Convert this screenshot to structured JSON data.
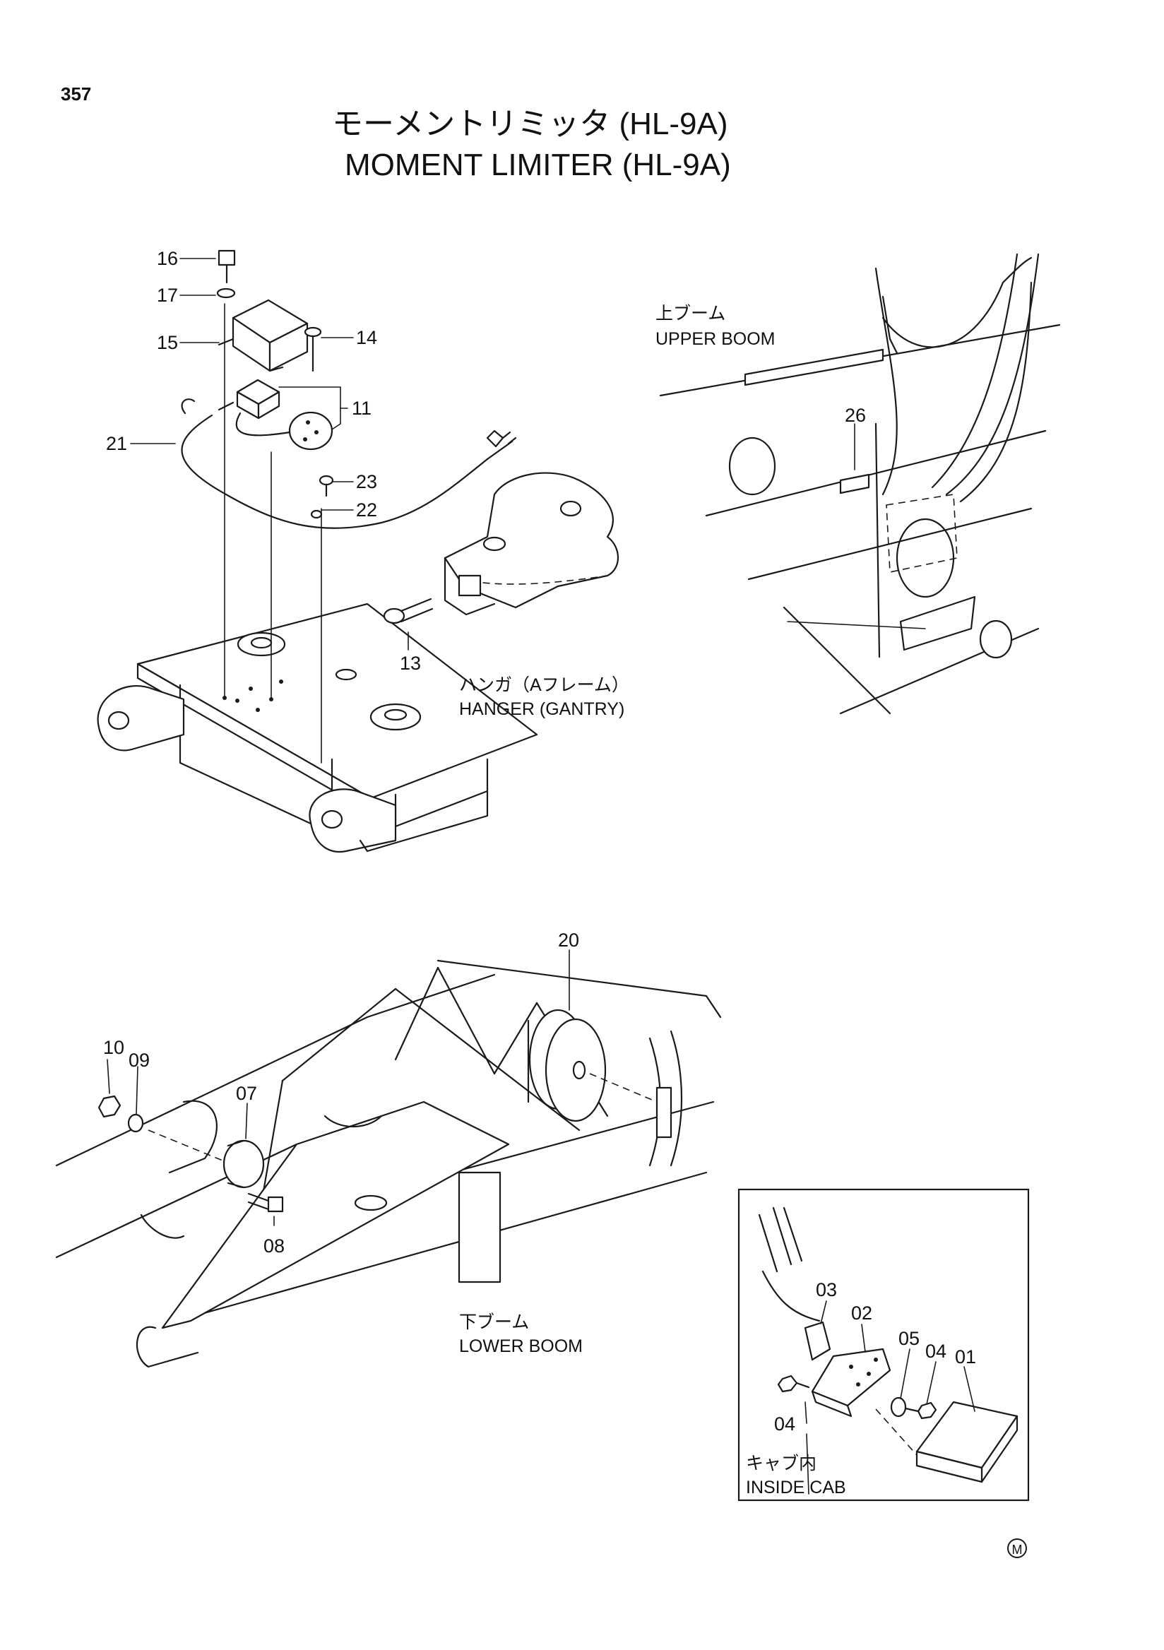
{
  "page_number": "357",
  "title_jp": "モーメントリミッタ (HL-9A)",
  "title_en": "MOMENT LIMITER (HL-9A)",
  "captions": {
    "upper_boom_jp": "上ブーム",
    "upper_boom_en": "UPPER BOOM",
    "hanger_jp": "ハンガ（Aフレーム）",
    "hanger_en": "HANGER (GANTRY)",
    "lower_boom_jp": "下ブーム",
    "lower_boom_en": "LOWER BOOM",
    "inside_cab_jp": "キャブ内",
    "inside_cab_en": "INSIDE CAB"
  },
  "callouts": {
    "p16": "16",
    "p17": "17",
    "p15": "15",
    "p14": "14",
    "p11": "11",
    "p21": "21",
    "p23": "23",
    "p22": "22",
    "p13": "13",
    "p26": "26",
    "p20": "20",
    "p10": "10",
    "p09": "09",
    "p07": "07",
    "p08": "08",
    "p03": "03",
    "p02": "02",
    "p05": "05",
    "p04a": "04",
    "p01": "01",
    "p04b": "04"
  },
  "mark": "M"
}
